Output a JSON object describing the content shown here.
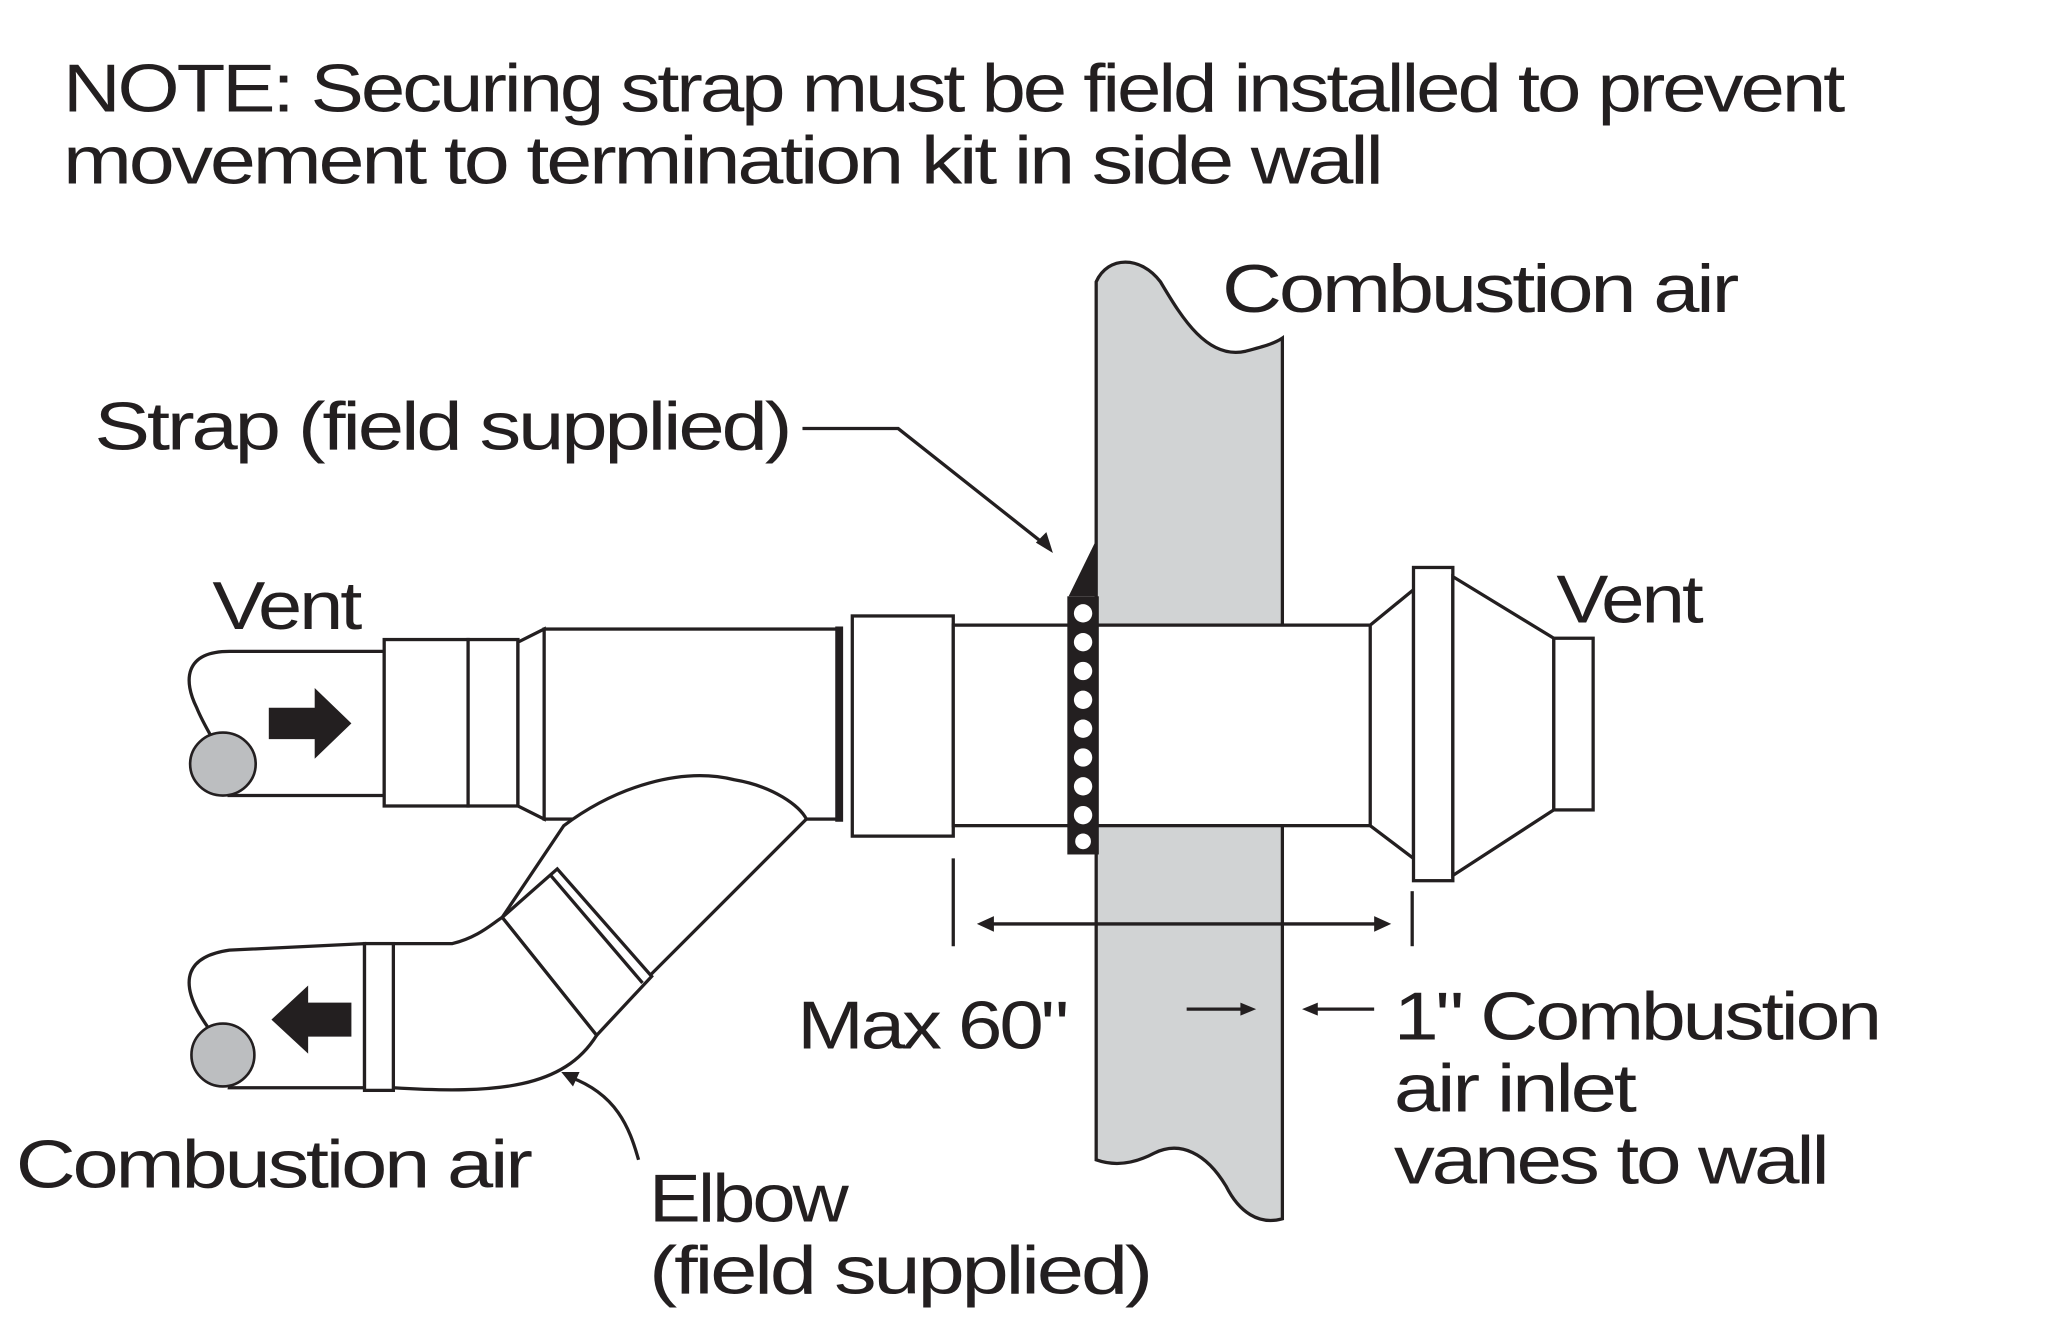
{
  "note": {
    "line1": "NOTE: Securing strap must be field installed to prevent",
    "line2": "movement to termination kit in side wall"
  },
  "labels": {
    "combustion_air_top": "Combustion air",
    "strap": "Strap (field supplied)",
    "vent_left": "Vent",
    "vent_right": "Vent",
    "max_length": "Max 60\"",
    "inlet_line1": "1\" Combustion",
    "inlet_line2": "air inlet",
    "inlet_line3": "vanes to wall",
    "combustion_air_bottom": "Combustion air",
    "elbow_line1": "Elbow",
    "elbow_line2": "(field supplied)"
  },
  "colors": {
    "wall": "#d1d3d4",
    "ink": "#231f20"
  }
}
